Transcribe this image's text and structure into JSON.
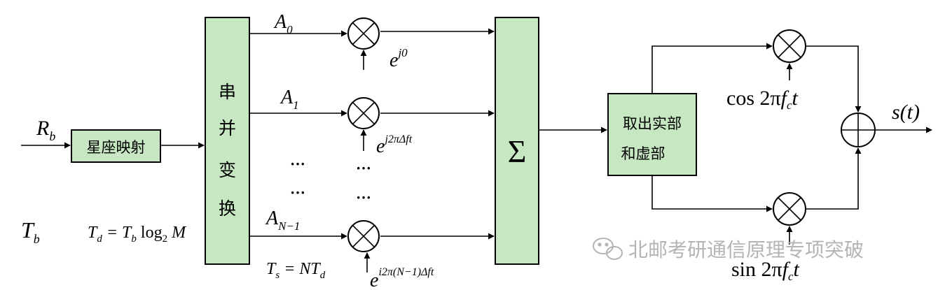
{
  "inputs": {
    "rb_main": "R",
    "rb_sub": "b",
    "tb_main": "T",
    "tb_sub": "b"
  },
  "blocks": {
    "constellation": "星座映射",
    "sp_chars": [
      "串",
      "并",
      "变",
      "换"
    ],
    "sum_symbol": "Σ",
    "extract_line1": "取出实部",
    "extract_line2": "和虚部"
  },
  "branches": {
    "a0_main": "A",
    "a0_sub": "0",
    "a1_main": "A",
    "a1_sub": "1",
    "an_main": "A",
    "an_sub": "N−1",
    "ellipsis": "···",
    "exp0_base": "e",
    "exp0_pow": "j0",
    "exp1_base": "e",
    "exp1_pow": "j2πΔft",
    "expn_base": "e",
    "expn_pow": "i2π(N−1)Δft"
  },
  "equations": {
    "td_lhs_main": "T",
    "td_lhs_sub": "d",
    "td_rhs_a": " = T",
    "td_rhs_b_sub": "b",
    "td_rhs_log": " log",
    "td_rhs_log_sub": "2",
    "td_rhs_m": " M",
    "ts_lhs_main": "T",
    "ts_lhs_sub": "s",
    "ts_rhs_a": " = NT",
    "ts_rhs_sub": "d"
  },
  "carriers": {
    "cos_a": "cos 2π",
    "cos_f": "f",
    "cos_sub": "c",
    "cos_t": "t",
    "sin_a": "sin 2π",
    "sin_f": "f",
    "sin_sub": "c",
    "sin_t": "t"
  },
  "output": {
    "label": "s(t)"
  },
  "watermark": {
    "text": "北邮考研通信原理专项突破"
  },
  "colors": {
    "block_fill": "#c6e7c2",
    "line": "#000000",
    "watermark": "#b4b4b4"
  }
}
